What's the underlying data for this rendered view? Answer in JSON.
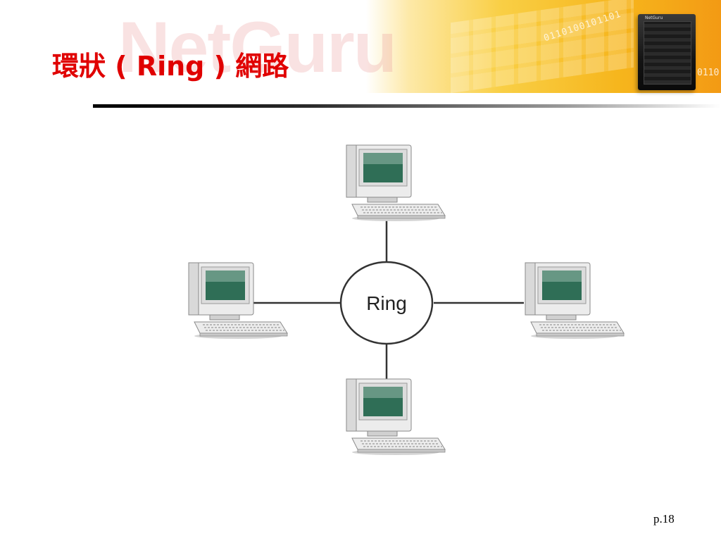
{
  "header": {
    "title": "環狀 ( Ring ) 網路",
    "watermark": "NetGuru",
    "banner_digits": "0110100101101",
    "banner_digits_right": "0110",
    "server_brand": "NetGuru"
  },
  "diagram": {
    "hub_label": "Ring",
    "nodes": [
      {
        "id": "top",
        "icon": "desktop-computer-icon"
      },
      {
        "id": "left",
        "icon": "desktop-computer-icon"
      },
      {
        "id": "right",
        "icon": "desktop-computer-icon"
      },
      {
        "id": "bottom",
        "icon": "desktop-computer-icon"
      }
    ]
  },
  "footer": {
    "page_number": "p.18"
  },
  "colors": {
    "title": "#e00000",
    "screen": "#2f6e56",
    "banner": "#f6b51c"
  }
}
